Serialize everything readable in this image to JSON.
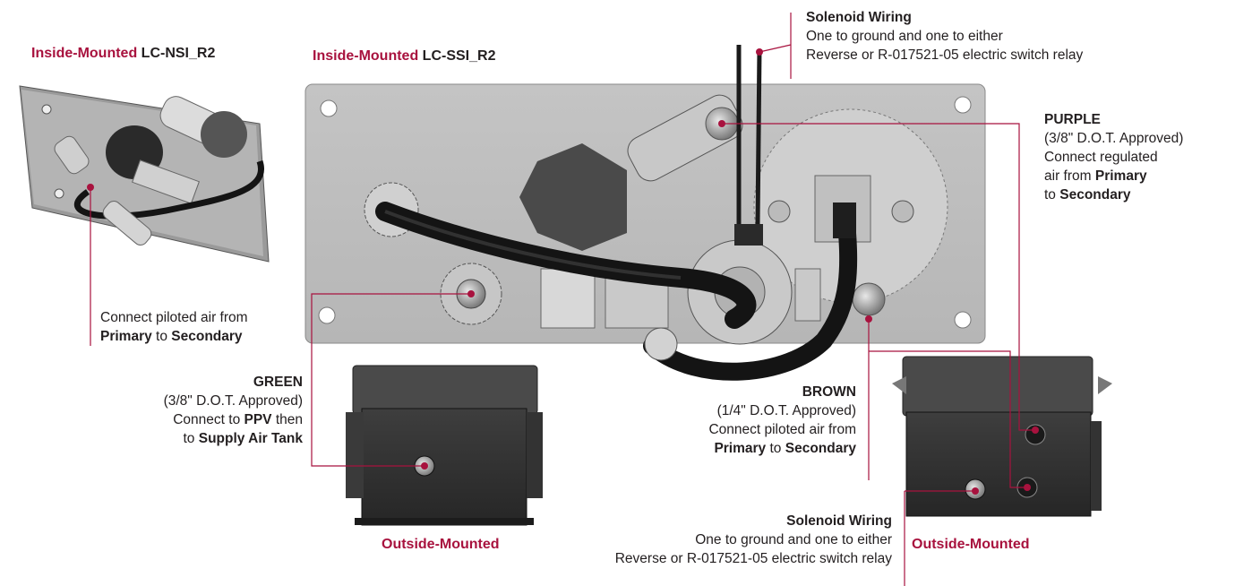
{
  "colors": {
    "accent": "#a8123e",
    "text": "#231f20"
  },
  "header_nsi": {
    "prefix": "Inside-Mounted",
    "model": "LC-NSI_R2"
  },
  "header_ssi": {
    "prefix": "Inside-Mounted",
    "model": "LC-SSI_R2"
  },
  "solenoid_top": {
    "title": "Solenoid Wiring",
    "line1": "One to ground and one to either",
    "line2": "Reverse or R-017521-05 electric switch relay"
  },
  "solenoid_bottom": {
    "title": "Solenoid Wiring",
    "line1": "One to ground and one to either",
    "line2": "Reverse or R-017521-05 electric switch relay"
  },
  "purple": {
    "title": "PURPLE",
    "spec": "(3/8\" D.O.T. Approved)",
    "line1": "Connect regulated",
    "line2_pre": "air from",
    "line2_bold": "Primary",
    "line3_pre": "to",
    "line3_bold": "Secondary"
  },
  "nsi_note": {
    "line1": "Connect piloted air from",
    "line2_bold_a": "Primary",
    "line2_mid": "to",
    "line2_bold_b": "Secondary"
  },
  "green": {
    "title": "GREEN",
    "spec": "(3/8\" D.O.T. Approved)",
    "line1_pre": "Connect to",
    "line1_bold": "PPV",
    "line1_post": "then",
    "line2_pre": "to",
    "line2_bold": "Supply Air Tank"
  },
  "brown": {
    "title": "BROWN",
    "spec": "(1/4\" D.O.T. Approved)",
    "line1": "Connect piloted air from",
    "line2_bold_a": "Primary",
    "line2_mid": "to",
    "line2_bold_b": "Secondary"
  },
  "outside_left": "Outside-Mounted",
  "outside_right": "Outside-Mounted"
}
